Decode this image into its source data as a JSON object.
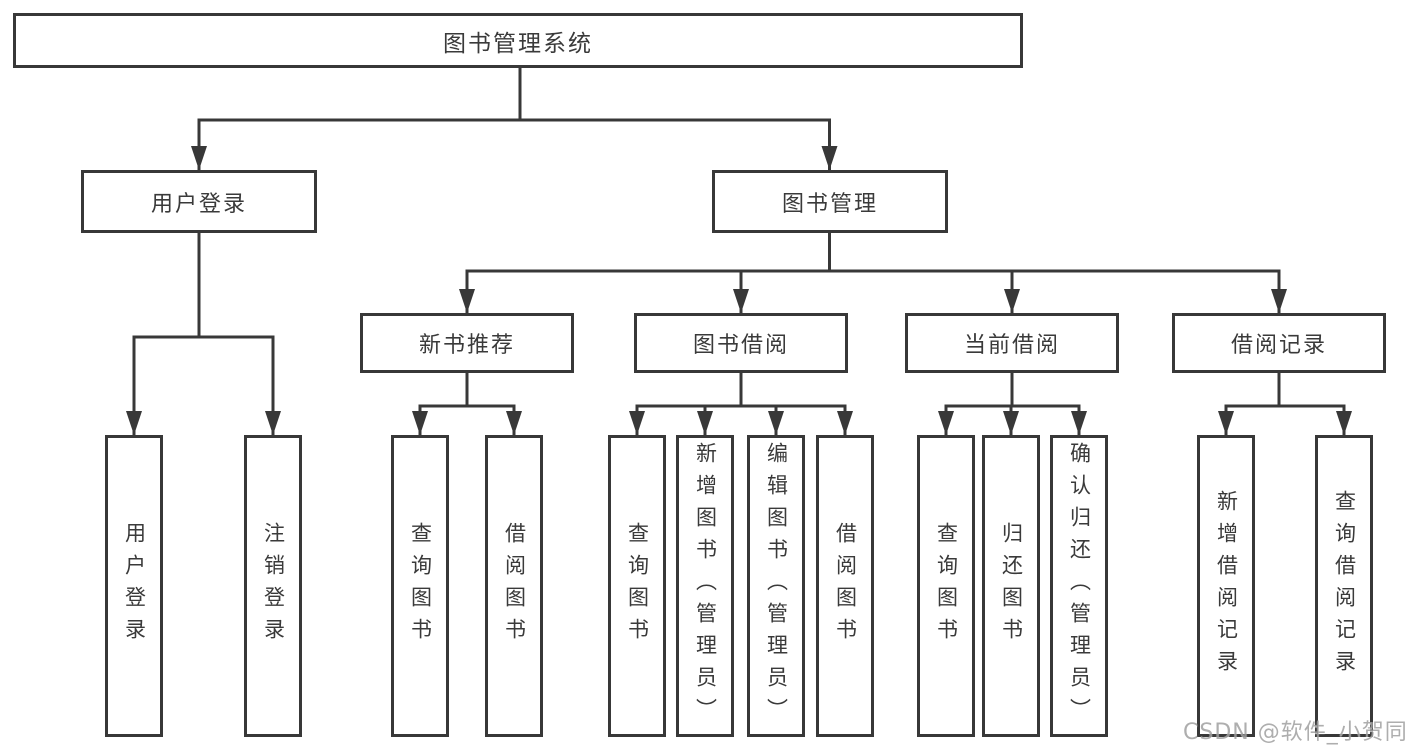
{
  "diagram": {
    "root": "图书管理系统",
    "level2": {
      "user_login": "用户登录",
      "book_mgmt": "图书管理"
    },
    "level3": {
      "new_books": "新书推荐",
      "book_borrow": "图书借阅",
      "current_borrow": "当前借阅",
      "borrow_records": "借阅记录"
    },
    "leaves": {
      "user_login": [
        "用户登录",
        "注销登录"
      ],
      "new_books": [
        "查询图书",
        "借阅图书"
      ],
      "book_borrow": [
        "查询图书",
        "新增图书（管理员）",
        "编辑图书（管理员）",
        "借阅图书"
      ],
      "current_borrow": [
        "查询图书",
        "归还图书",
        "确认归还（管理员）"
      ],
      "borrow_records": [
        "新增借阅记录",
        "查询借阅记录"
      ]
    }
  },
  "watermark": "CSDN @软件_小贺同学",
  "colors": {
    "line": "#383838",
    "text": "#3a3a3a",
    "watermark": "#a0a0a0",
    "background": "#ffffff"
  }
}
